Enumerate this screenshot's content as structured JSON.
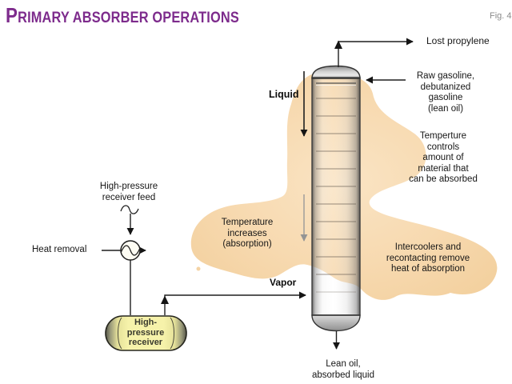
{
  "title": "PRIMARY ABSORBER OPERATIONS",
  "figure_label": "Fig. 4",
  "colors": {
    "title_purple": "#7d2b8c",
    "blob_peach": "#f6d8ad",
    "vessel_yellow": "#f5f1a6",
    "line_dark": "#1f1f1f",
    "label_gray": "#8a8a8a",
    "column_gray": "#9a9a9a"
  },
  "labels": {
    "lost_propylene": "Lost propylene",
    "raw_gasoline": "Raw gasoline,\ndebutanized gasoline\n(lean oil)",
    "liquid": "Liquid",
    "temperature_controls": "Temperture controls\namount of material that\ncan be absorbed",
    "temperature_increases": "Temperature\nincreases\n(absorption)",
    "intercoolers": "Intercoolers and\nrecontacting remove\nheat of absorption",
    "hp_receiver_feed": "High-pressure\nreceiver feed",
    "heat_removal": "Heat removal",
    "vapor": "Vapor",
    "hp_receiver": "High-\npressure\nreceiver",
    "lean_oil": "Lean oil,\nabsorbed liquid"
  }
}
